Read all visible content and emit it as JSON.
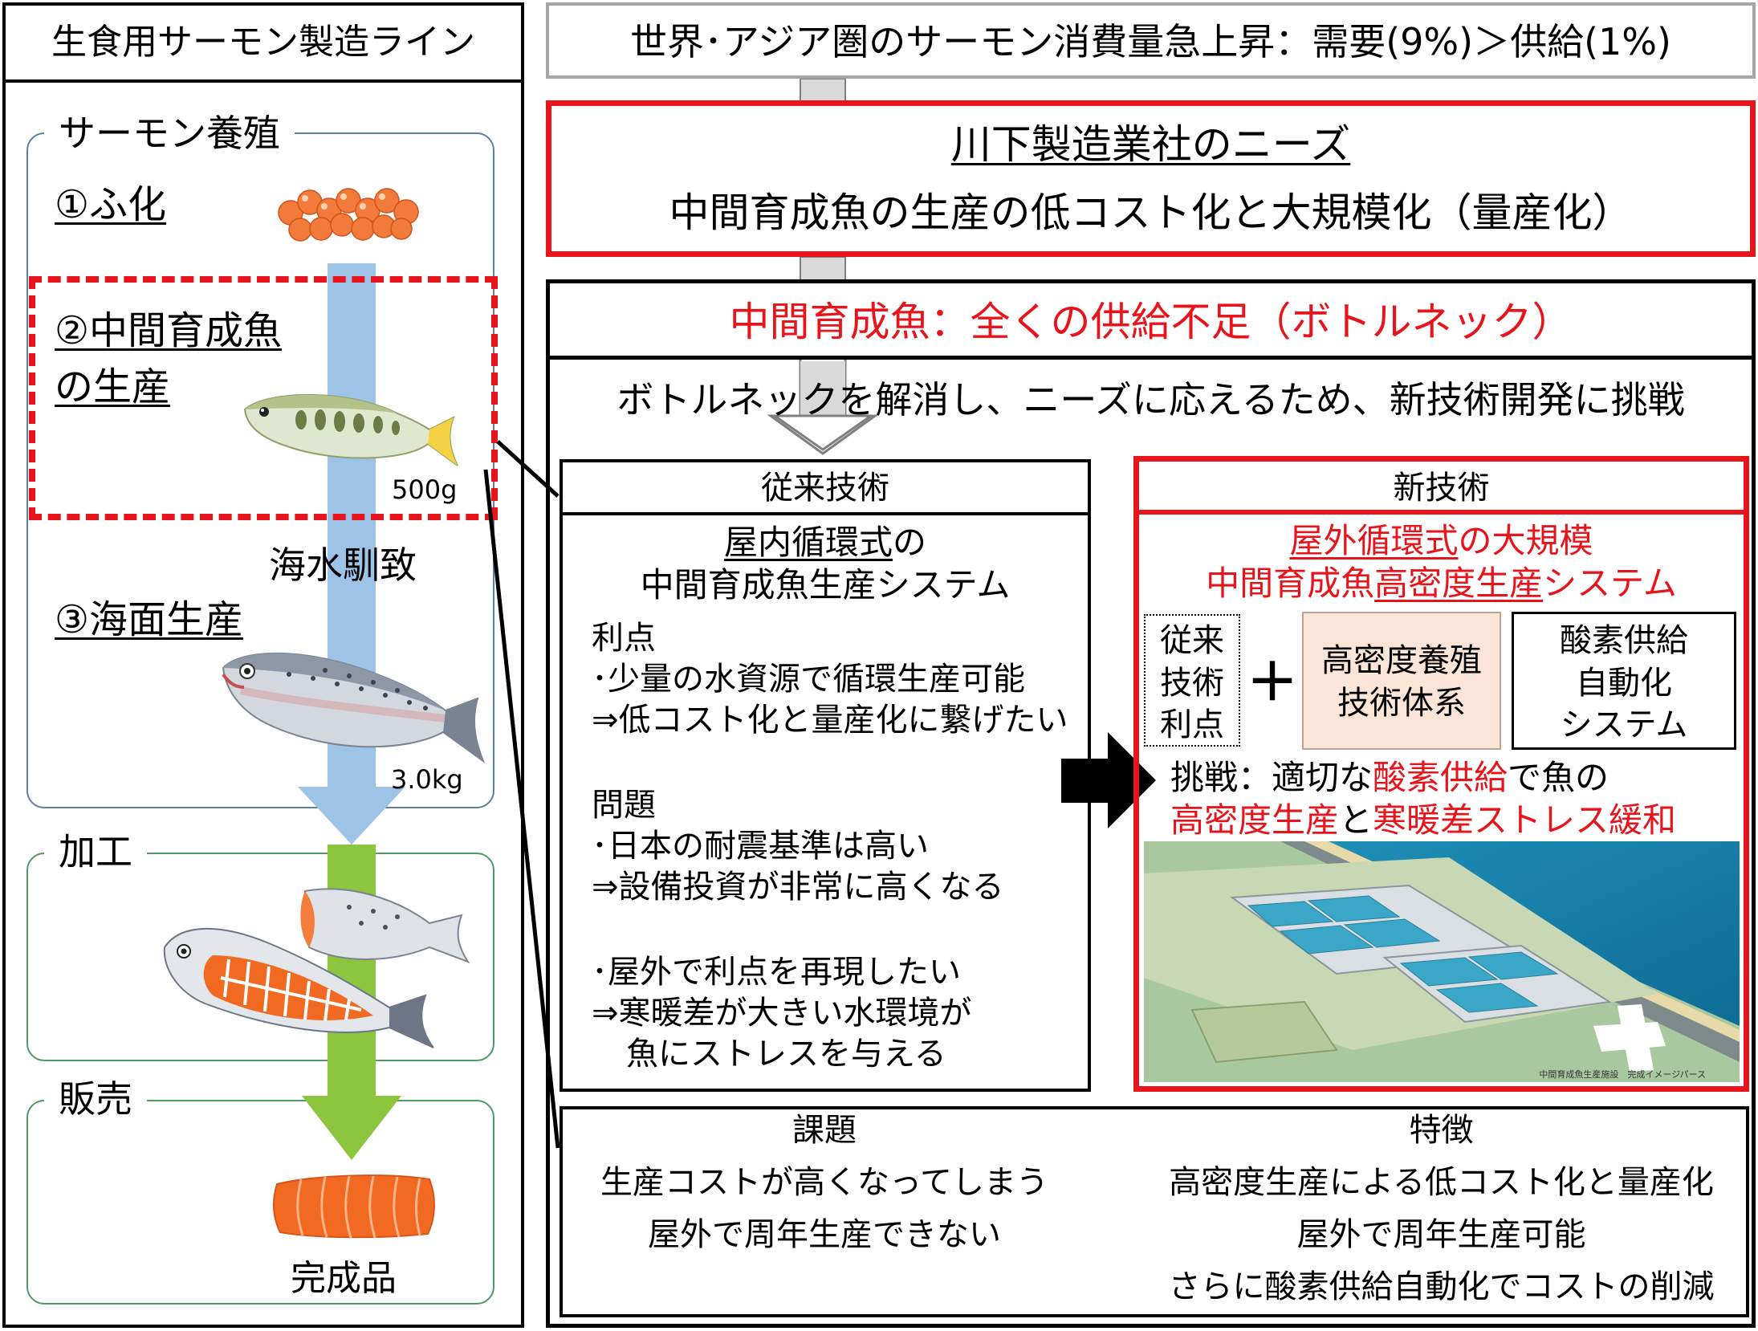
{
  "left": {
    "title": "生食用サーモン製造ライン",
    "farming_label": "サーモン養殖",
    "step1": "①ふ化",
    "step2_line1": "②中間育成魚",
    "step2_line2": "の生産",
    "weight_500g": "500g",
    "acclimation": "海水馴致",
    "step3": "③海面生産",
    "weight_3kg": "3.0kg",
    "processing": "加工",
    "sales": "販売",
    "finished": "完成品"
  },
  "top_banner": "世界･アジア圏のサーモン消費量急上昇：需要(9%)＞供給(1%)",
  "needs": {
    "title": "川下製造業社のニーズ",
    "body": "中間育成魚の生産の低コスト化と大規模化（量産化）"
  },
  "bottleneck": "中間育成魚：全くの供給不足（ボトルネック）",
  "challenge_line": "ボトルネックを解消し、ニーズに応えるため、新技術開発に挑戦",
  "conventional": {
    "header": "従来技術",
    "title_u": "屋内循環式",
    "title_rest": "の",
    "title_line2": "中間育成魚生産システム",
    "merit_heading": "利点",
    "merit_1": "･少量の水資源で循環生産可能",
    "merit_2": "⇒低コスト化と量産化に繋げたい",
    "problem_heading": "問題",
    "problem_1": "･日本の耐震基準は高い",
    "problem_2": "⇒設備投資が非常に高くなる",
    "problem_3": "･屋外で利点を再現したい",
    "problem_4": "⇒寒暖差が大きい水環境が",
    "problem_5": "魚にストレスを与える"
  },
  "new_tech": {
    "header": "新技術",
    "title1_u": "屋外循環式",
    "title1_rest": "の大規模",
    "title2_a": "中間育成魚",
    "title2_u": "高密度生産",
    "title2_b": "システム",
    "box1": [
      "従来",
      "技術",
      "利点"
    ],
    "plus": "＋",
    "box2": [
      "高密度養殖",
      "技術体系"
    ],
    "box3": [
      "酸素供給",
      "自動化",
      "システム"
    ],
    "challenge_prefix": "挑戦：",
    "challenge_a": "適切な",
    "challenge_red1": "酸素供給",
    "challenge_b": "で魚の",
    "challenge_red2": "高密度生産",
    "challenge_c": "と",
    "challenge_red3": "寒暖差ストレス緩和",
    "image_caption": "中間育成魚生産施設　完成イメージパース"
  },
  "bottom": {
    "issues_heading": "課題",
    "issue_1": "生産コストが高くなってしまう",
    "issue_2": "屋外で周年生産できない",
    "features_heading": "特徴",
    "feature_1": "高密度生産による低コスト化と量産化",
    "feature_2": "屋外で周年生産可能",
    "feature_3": "さらに酸素供給自動化でコストの削減"
  },
  "colors": {
    "red": "#e8141b",
    "blue_arrow": "#9dc3e6",
    "green_arrow": "#8cc63f",
    "salmon_box": "#fbe5d6"
  }
}
